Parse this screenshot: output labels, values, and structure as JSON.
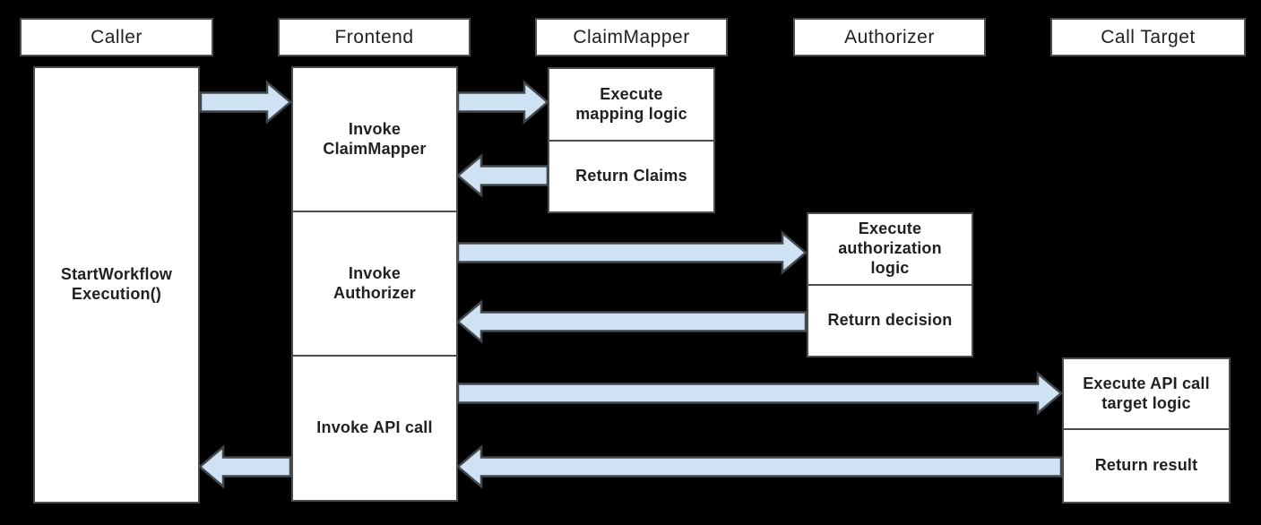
{
  "colors": {
    "background": "#000000",
    "box_fill": "#ffffff",
    "box_border": "#4d4d4d",
    "arrow_fill": "#cfe2f3",
    "arrow_stroke": "#43484d",
    "text": "#212121"
  },
  "lifelines": [
    {
      "id": "caller",
      "label": "Caller"
    },
    {
      "id": "frontend",
      "label": "Frontend"
    },
    {
      "id": "claimmapper",
      "label": "ClaimMapper"
    },
    {
      "id": "authorizer",
      "label": "Authorizer"
    },
    {
      "id": "call-target",
      "label": "Call Target"
    }
  ],
  "activations": {
    "caller": [
      "StartWorkflow\nExecution()"
    ],
    "frontend": [
      "Invoke\nClaimMapper",
      "Invoke\nAuthorizer",
      "Invoke API call"
    ],
    "claimmapper": [
      "Execute\nmapping logic",
      "Return Claims"
    ],
    "authorizer": [
      "Execute\nauthorization\nlogic",
      "Return decision"
    ],
    "call_target": [
      "Execute API call\ntarget logic",
      "Return result"
    ]
  },
  "arrows": [
    {
      "name": "caller-to-frontend",
      "from": "caller",
      "to": "frontend",
      "direction": "right"
    },
    {
      "name": "frontend-to-claimmapper",
      "from": "frontend",
      "to": "claimmapper",
      "direction": "right"
    },
    {
      "name": "claimmapper-to-frontend",
      "from": "claimmapper",
      "to": "frontend",
      "direction": "left"
    },
    {
      "name": "frontend-to-authorizer",
      "from": "frontend",
      "to": "authorizer",
      "direction": "right"
    },
    {
      "name": "authorizer-to-frontend",
      "from": "authorizer",
      "to": "frontend",
      "direction": "left"
    },
    {
      "name": "frontend-to-calltarget",
      "from": "frontend",
      "to": "call-target",
      "direction": "right"
    },
    {
      "name": "calltarget-to-frontend",
      "from": "call-target",
      "to": "frontend",
      "direction": "left"
    },
    {
      "name": "frontend-to-caller",
      "from": "frontend",
      "to": "caller",
      "direction": "left"
    }
  ]
}
